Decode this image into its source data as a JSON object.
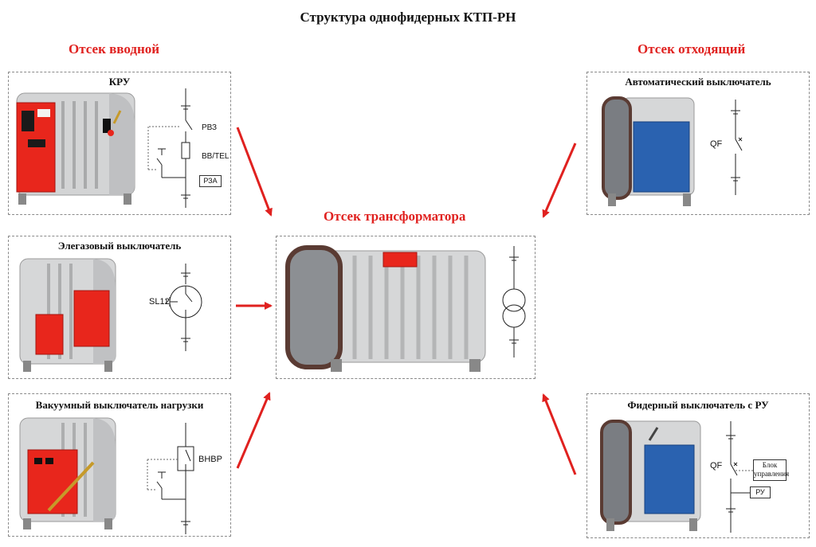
{
  "title": "Структура однофидерных КТП-РН",
  "sections": {
    "input": "Отсек вводной",
    "output": "Отсек отходящий",
    "transformer": "Отсек трансформатора"
  },
  "modules": {
    "kru": {
      "caption": "КРУ",
      "labels": [
        "РВЗ",
        "ВВ/TEL",
        "РЗА"
      ]
    },
    "sf6": {
      "caption": "Элегазовый выключатель",
      "labels": [
        "SL12"
      ]
    },
    "vacuum": {
      "caption": "Вакуумный выключатель нагрузки",
      "labels": [
        "ВНВР"
      ]
    },
    "auto": {
      "caption": "Автоматический выключатель",
      "labels": [
        "QF"
      ]
    },
    "feeder": {
      "caption": "Фидерный выключатель с РУ",
      "labels": [
        "QF",
        "Блок управления",
        "РУ"
      ]
    }
  },
  "colors": {
    "accent": "#e0211f",
    "cabinet": "#d9dadb",
    "red_panel": "#e8261c",
    "blue_panel": "#2a62b0",
    "frame": "#5a3b33"
  }
}
